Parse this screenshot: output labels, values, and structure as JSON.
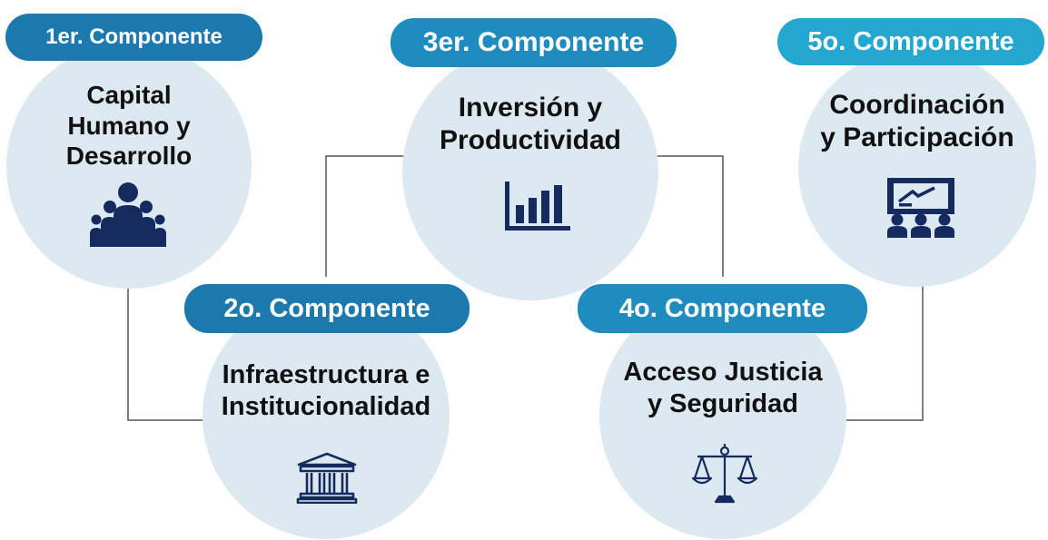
{
  "colors": {
    "pill_dark": "#1b79ad",
    "pill_mid": "#1f8cbf",
    "pill_light": "#23a6cf",
    "circle_fill": "#dde9f1",
    "icon_navy": "#152a5e",
    "connector": "#555555"
  },
  "components": [
    {
      "badge": "1er. Componente",
      "title_lines": [
        "Capital",
        "Humano y",
        "Desarrollo"
      ],
      "icon": "people-group-icon"
    },
    {
      "badge": "2o. Componente",
      "title_lines": [
        "Infraestructura e",
        "Institucionalidad"
      ],
      "icon": "government-building-icon"
    },
    {
      "badge": "3er. Componente",
      "title_lines": [
        "Inversión y",
        "Productividad"
      ],
      "icon": "bar-chart-icon"
    },
    {
      "badge": "4o. Componente",
      "title_lines": [
        "Acceso Justicia",
        "y Seguridad"
      ],
      "icon": "justice-scale-icon"
    },
    {
      "badge": "5o. Componente",
      "title_lines": [
        "Coordinación",
        "y Participación"
      ],
      "icon": "presentation-audience-icon"
    }
  ]
}
